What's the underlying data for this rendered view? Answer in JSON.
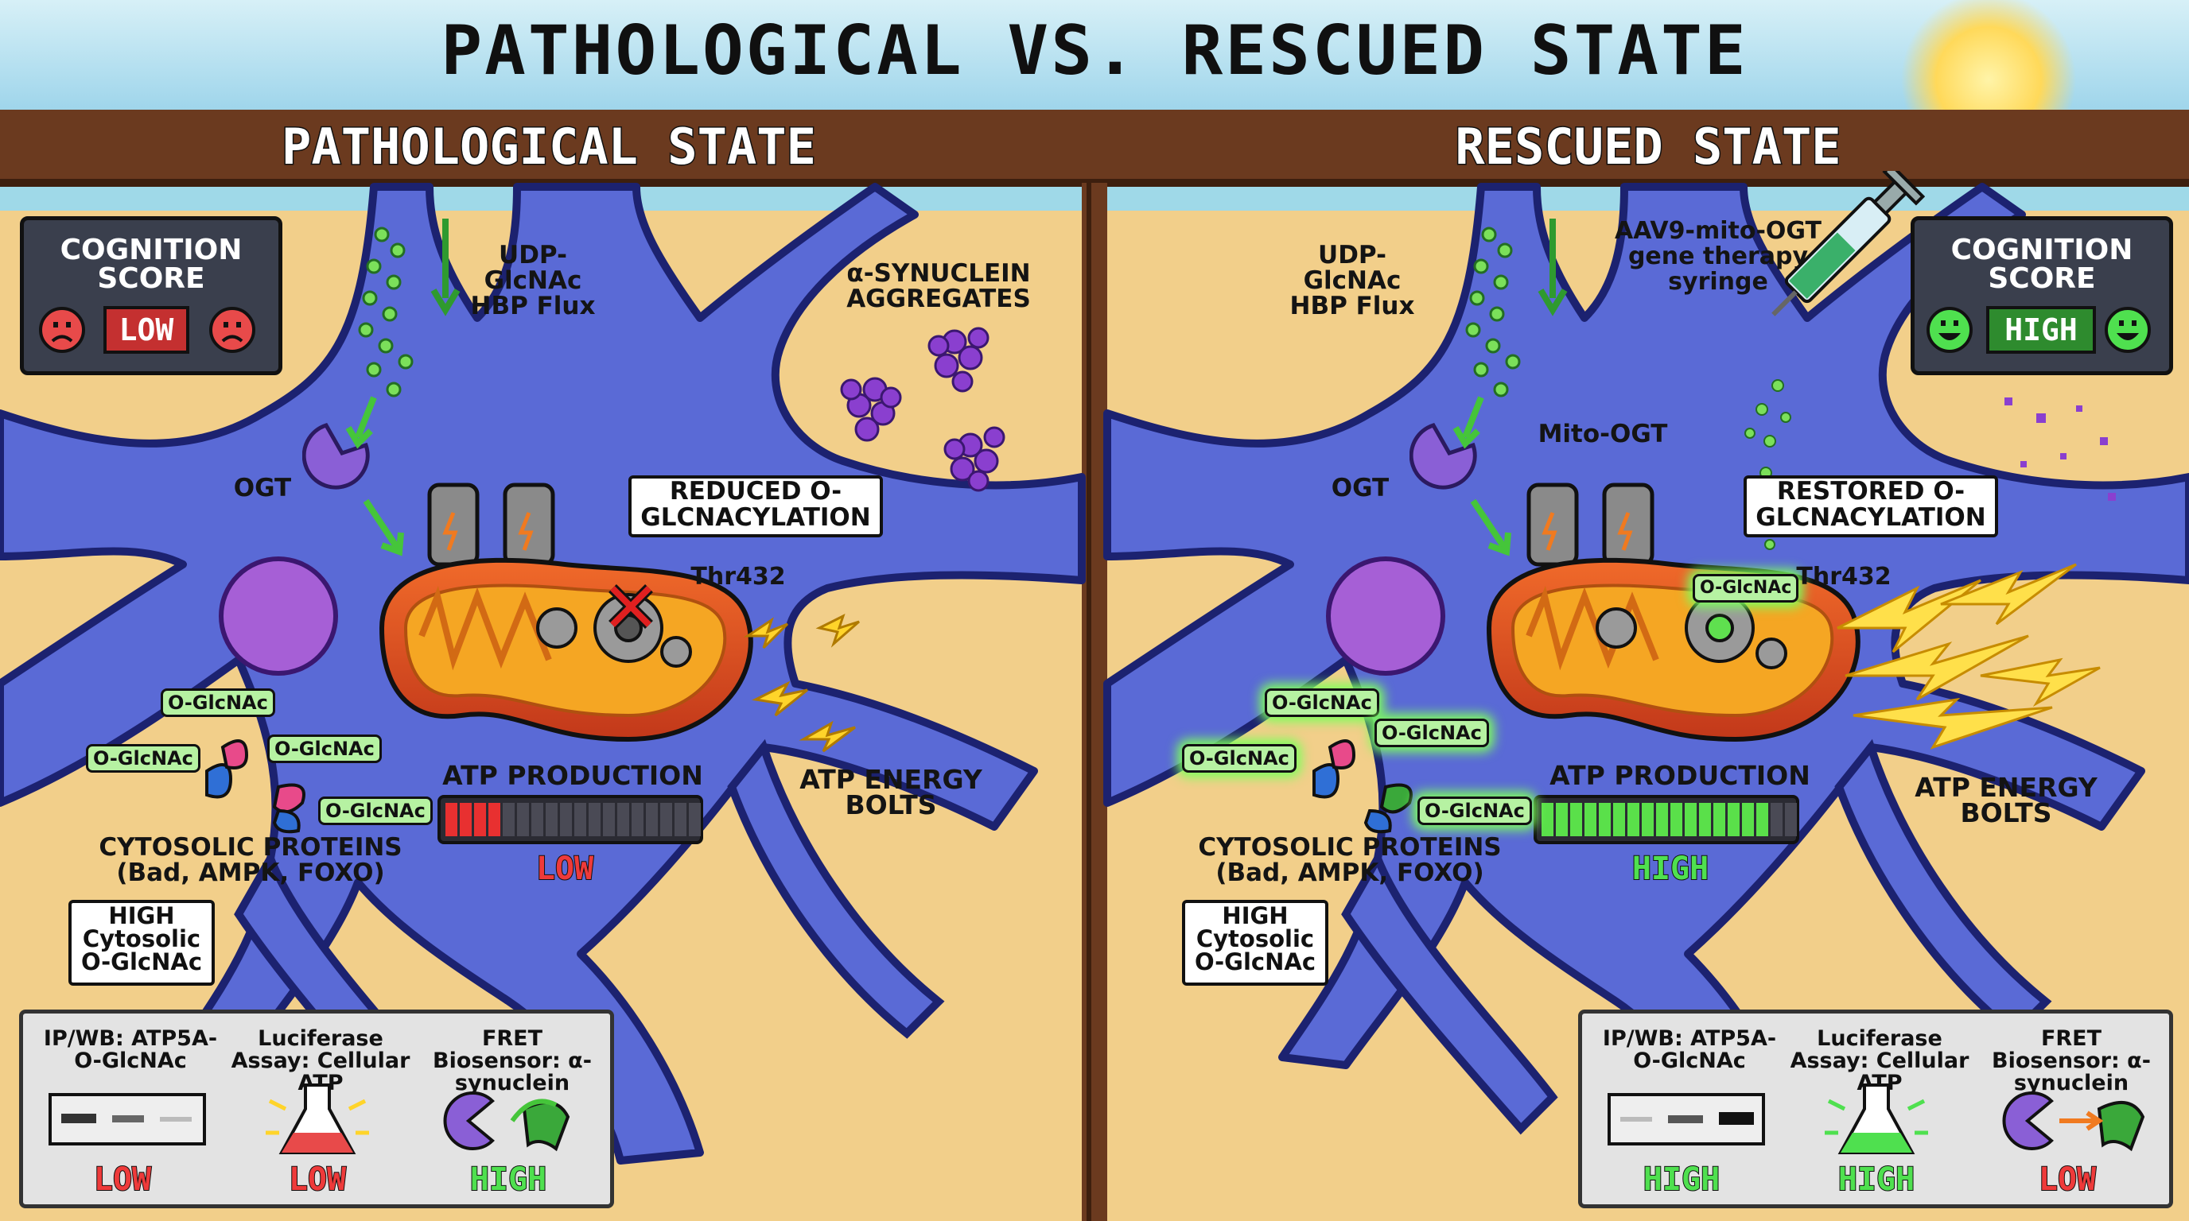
{
  "title": "PATHOLOGICAL VS. RESCUED STATE",
  "colors": {
    "sky": "#bfe6f2",
    "sand": "#f2cf8a",
    "neuron": "#5a6ad6",
    "neuron_outline": "#1c2270",
    "banner": "#6b3a1f",
    "mito": "#e2521d",
    "low_red": "#ee3a3a",
    "high_green": "#4fe04f",
    "aggregate_purple": "#8a3fcf"
  },
  "pathological": {
    "header": "PATHOLOGICAL STATE",
    "cognition": {
      "title": "COGNITION SCORE",
      "value": "LOW",
      "icon": "sad-face-icon"
    },
    "udp_label": "UDP-GlcNAc HBP Flux",
    "ogt_label": "OGT",
    "aggregates_label": "α-SYNUCLEIN AGGREGATES",
    "callout": "REDUCED O-GLCNACYLATION",
    "site": "Thr432",
    "gear_icon": "x-mark-icon",
    "atp": {
      "label": "ATP PRODUCTION",
      "level": 0.2,
      "status": "LOW"
    },
    "bolts_label": "ATP ENERGY BOLTS",
    "tags": [
      "O-GlcNAc",
      "O-GlcNAc",
      "O-GlcNAc",
      "O-GlcNAc"
    ],
    "proteins_label": "CYTOSOLIC PROTEINS (Bad, AMPK, FOXO)",
    "high_cyto": "HIGH Cytosolic O-GlcNAc",
    "assays": [
      {
        "title": "IP/WB: ATP5A-O-GlcNAc",
        "status": "LOW",
        "icon": "western-blot-icon"
      },
      {
        "title": "Luciferase Assay: Cellular ATP",
        "status": "LOW",
        "icon": "flask-icon"
      },
      {
        "title": "FRET Biosensor: α-synuclein",
        "status": "HIGH",
        "icon": "fret-sensor-icon"
      }
    ]
  },
  "rescued": {
    "header": "RESCUED STATE",
    "cognition": {
      "title": "COGNITION SCORE",
      "value": "HIGH",
      "icon": "happy-face-icon"
    },
    "udp_label": "UDP-GlcNAc HBP Flux",
    "ogt_label": "OGT",
    "syringe_label": "AAV9-mito-OGT gene therapy syringe",
    "mito_ogt_label": "Mito-OGT",
    "callout": "RESTORED O-GLCNACYLATION",
    "site_tag": "O-GlcNAc",
    "site": "Thr432",
    "atp": {
      "label": "ATP PRODUCTION",
      "level": 0.9,
      "status": "HIGH"
    },
    "bolts_label": "ATP ENERGY BOLTS",
    "tags": [
      "O-GlcNAc",
      "O-GlcNAc",
      "O-GlcNAc",
      "O-GlcNAc"
    ],
    "proteins_label": "CYTOSOLIC PROTEINS (Bad, AMPK, FOXO)",
    "high_cyto": "HIGH Cytosolic O-GlcNAc",
    "assays": [
      {
        "title": "IP/WB: ATP5A-O-GlcNAc",
        "status": "HIGH",
        "icon": "western-blot-icon"
      },
      {
        "title": "Luciferase Assay: Cellular ATP",
        "status": "HIGH",
        "icon": "flask-icon"
      },
      {
        "title": "FRET Biosensor: α-synuclein",
        "status": "LOW",
        "icon": "fret-sensor-icon"
      }
    ]
  }
}
